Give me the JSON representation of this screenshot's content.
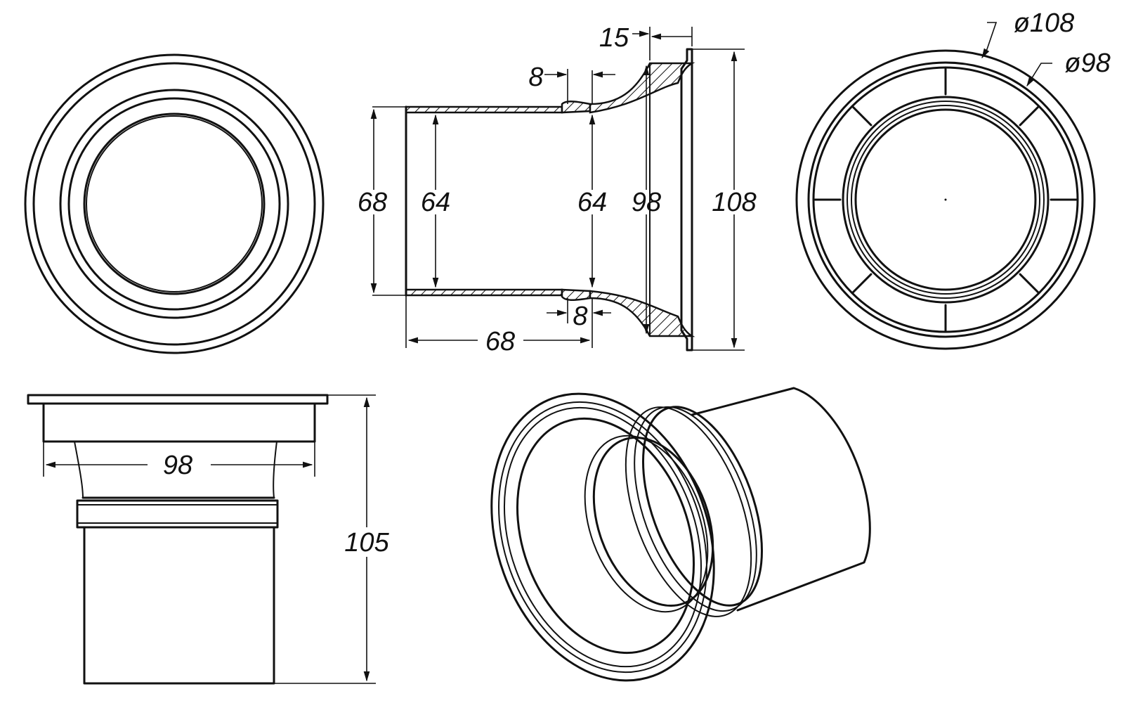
{
  "dimensions": {
    "inlet_outer": "68",
    "inlet_inner": "64",
    "outlet_inner": "64",
    "flare_inner": "98",
    "flange_outer": "108",
    "shoulder_top": "8",
    "shoulder_bottom": "8",
    "flange_thickness": "15",
    "tube_length": "68",
    "bottom_flare_width": "98",
    "bottom_height": "105",
    "diameter_outer": "ø108",
    "diameter_inner": "ø98"
  },
  "colors": {
    "line": "#111111",
    "background": "#ffffff"
  }
}
